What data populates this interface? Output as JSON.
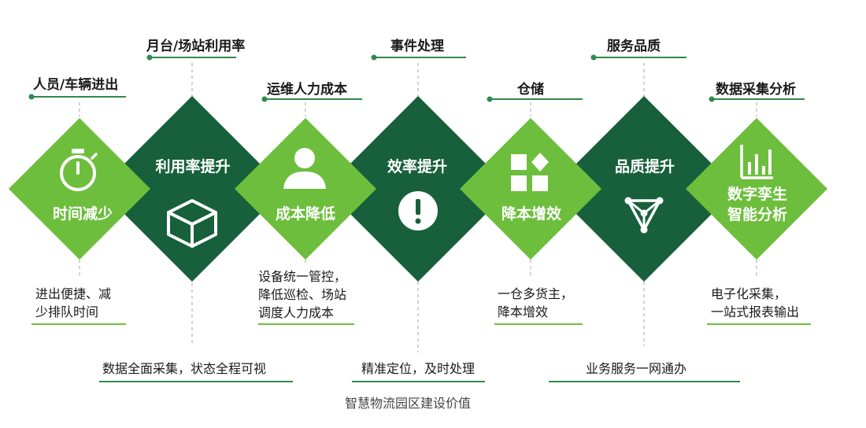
{
  "caption": "智慧物流园区建设价值",
  "colors": {
    "light_green": "#6cbe3c",
    "dark_green": "#17603b",
    "line_green": "#2f8a4b",
    "dot_green": "#2f8a4b"
  },
  "diamonds": [
    {
      "label": "时间减少",
      "icon": "stopwatch-icon",
      "tone": "light"
    },
    {
      "label": "利用率提升",
      "icon": "box-icon",
      "tone": "dark"
    },
    {
      "label": "成本降低",
      "icon": "person-icon",
      "tone": "light"
    },
    {
      "label": "效率提升",
      "icon": "exclamation-icon",
      "tone": "dark"
    },
    {
      "label": "降本增效",
      "icon": "grid-squares-icon",
      "tone": "light"
    },
    {
      "label": "品质提升",
      "icon": "triangle-network-icon",
      "tone": "dark"
    },
    {
      "label": "数字孪生\n智能分析",
      "icon": "bar-chart-icon",
      "tone": "light"
    }
  ],
  "top_labels": [
    "人员/车辆进出",
    "月台/场站利用率",
    "运维人力成本",
    "事件处理",
    "仓储",
    "服务品质",
    "数据采集分析"
  ],
  "descriptions": [
    "进出便捷、减\n少排队时间",
    "设备统一管控，\n降低巡检、场站\n调度人力成本",
    "一仓多货主，\n降本增效",
    "电子化采集，\n一站式报表输出"
  ],
  "bottom_labels": [
    "数据全面采集，状态全程可视",
    "精准定位，及时处理",
    "业务服务一网通办"
  ]
}
